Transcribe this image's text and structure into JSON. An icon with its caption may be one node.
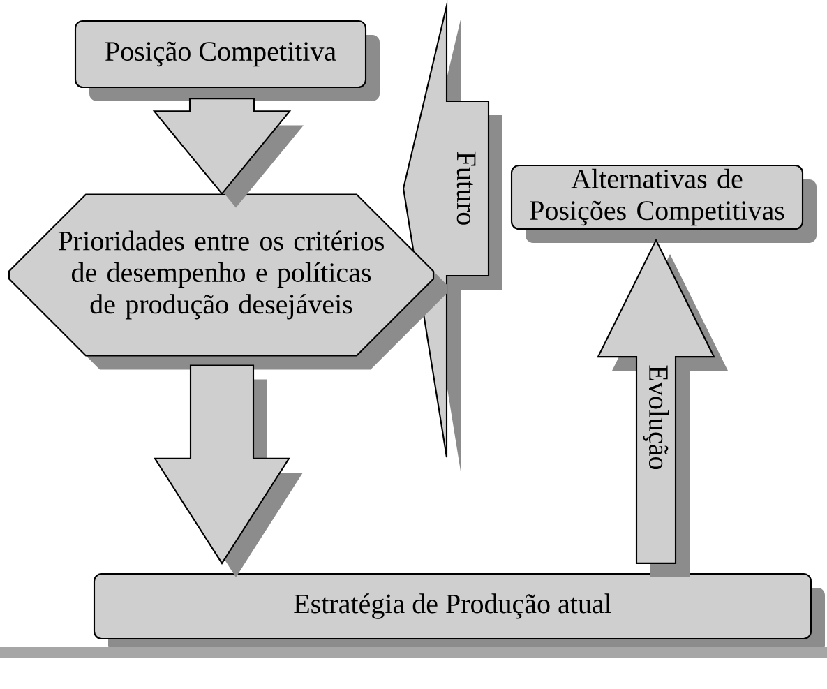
{
  "diagram": {
    "nodes": [
      {
        "text": [
          "Posição Competitiva"
        ]
      },
      {
        "text": [
          "Futuro"
        ]
      },
      {
        "text": [
          "Alternativas de Posições Competitivas"
        ]
      },
      {
        "text": [
          "Prioridades entre os critérios de desempenho e políticas de produção desejáveis"
        ]
      },
      {
        "text": [
          "Estratégia de Produção atual"
        ]
      },
      {
        "text": [],
        "shape": "bar"
      }
    ],
    "edges": [
      {
        "from": 0,
        "to": 3,
        "arrow": "to"
      },
      {
        "from": 3,
        "to": 4,
        "arrow": "to"
      },
      {
        "from": 4,
        "to": 2,
        "arrow": "to",
        "label": "Evolução"
      }
    ]
  }
}
